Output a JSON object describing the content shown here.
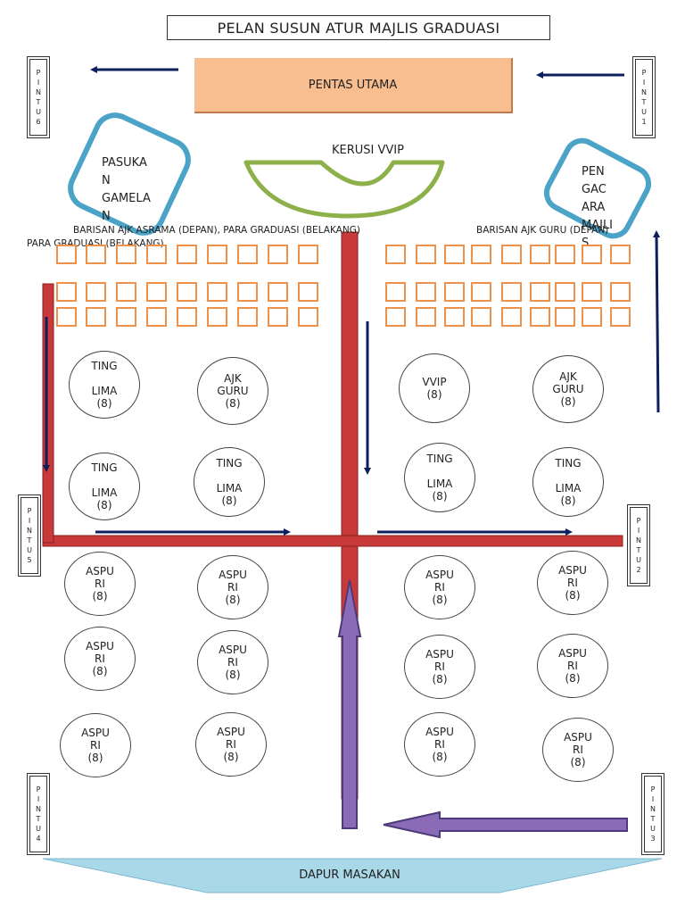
{
  "title": "PELAN SUSUN ATUR MAJLIS GRADUASI",
  "stage": "PENTAS UTAMA",
  "vvip_seats": "KERUSI VVIP",
  "gamelan": "PASUKA\nN\nGAMELA\nN",
  "emcee": "PEN\nGAC\nARA\nMAJLI\nS",
  "rows_left_label_1": "BARISAN AJK ASRAMA (DEPAN), PARA GRADUASI (BELAKANG)",
  "rows_left_label_2": "PARA GRADUASI (BELAKANG)",
  "rows_right_label": "BARISAN AJK GURU (DEPAN)",
  "kitchen": "DAPUR MASAKAN",
  "doors": {
    "d1": [
      "P",
      "I",
      "N",
      "T",
      "U",
      "",
      "1"
    ],
    "d2": [
      "P",
      "I",
      "N",
      "T",
      "U",
      "",
      "2"
    ],
    "d3": [
      "P",
      "I",
      "N",
      "T",
      "U",
      "",
      "3"
    ],
    "d4": [
      "P",
      "I",
      "N",
      "T",
      "U",
      "",
      "4"
    ],
    "d5": [
      "P",
      "I",
      "N",
      "T",
      "U",
      "",
      "5"
    ],
    "d6": [
      "P",
      "I",
      "N",
      "T",
      "U",
      "",
      "6"
    ]
  },
  "tables": {
    "t1": {
      "name": "TING\n\nLIMA",
      "count": "(8)"
    },
    "t2": {
      "name": "AJK\nGURU",
      "count": "(8)"
    },
    "t3": {
      "name": "VVIP",
      "count": "(8)"
    },
    "t4": {
      "name": "AJK\nGURU",
      "count": "(8)"
    },
    "t5": {
      "name": "TING\n\nLIMA",
      "count": "(8)"
    },
    "t6": {
      "name": "TING\n\nLIMA",
      "count": "(8)"
    },
    "t7": {
      "name": "TING\n\nLIMA",
      "count": "(8)"
    },
    "t8": {
      "name": "TING\n\nLIMA",
      "count": "(8)"
    },
    "t9": {
      "name": "ASPU\nRI",
      "count": "(8)"
    },
    "t10": {
      "name": "ASPU\nRI",
      "count": "(8)"
    },
    "t11": {
      "name": "ASPU\nRI",
      "count": "(8)"
    },
    "t12": {
      "name": "ASPU\nRI",
      "count": "(8)"
    },
    "t13": {
      "name": "ASPU\nRI",
      "count": "(8)"
    },
    "t14": {
      "name": "ASPU\nRI",
      "count": "(8)"
    },
    "t15": {
      "name": "ASPU\nRI",
      "count": "(8)"
    },
    "t16": {
      "name": "ASPU\nRI",
      "count": "(8)"
    },
    "t17": {
      "name": "ASPU\nRI",
      "count": "(8)"
    },
    "t18": {
      "name": "ASPU\nRI",
      "count": "(8)"
    },
    "t19": {
      "name": "ASPU\nRI",
      "count": "(8)"
    },
    "t20": {
      "name": "ASPU\nRI",
      "count": "(8)"
    }
  },
  "colors": {
    "stage": "#f9be8f",
    "seat_border": "#f0914a",
    "vvip_arc": "#8db04a",
    "frame_blue": "#4ba3c7",
    "walkway_red": "#c83a3a",
    "arrow_navy": "#0d1f5c",
    "arrow_purple": "#8a6bb8",
    "kitchen": "#a9d8e8"
  }
}
